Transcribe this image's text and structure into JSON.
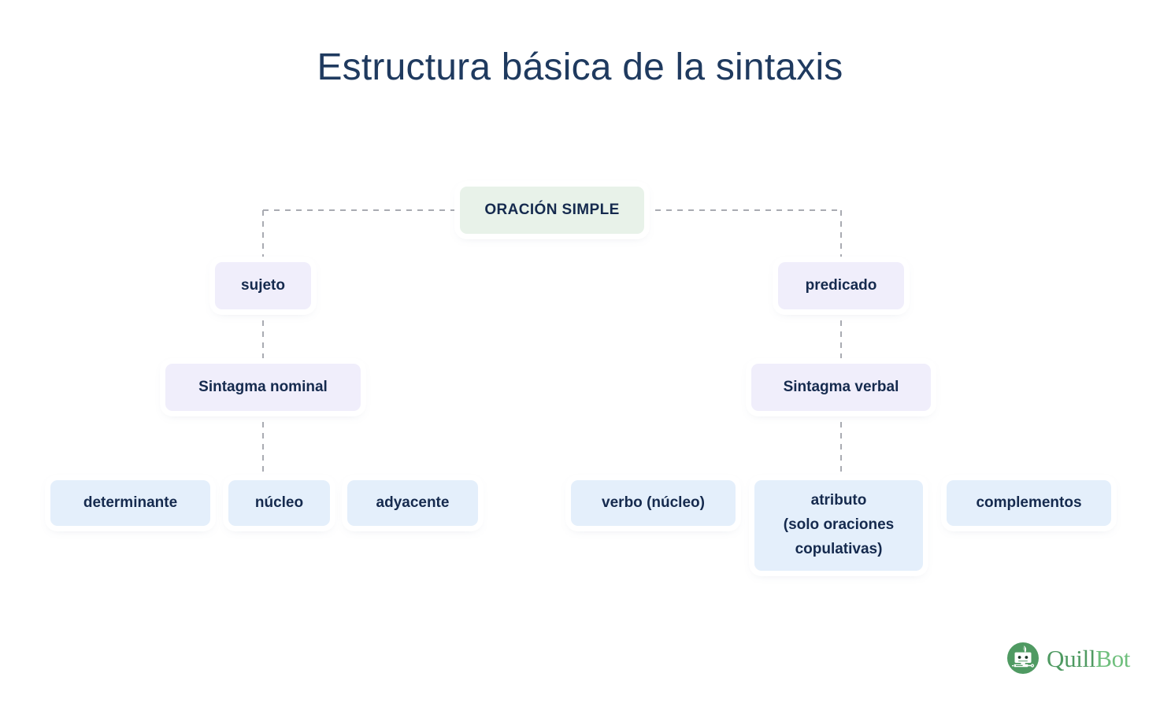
{
  "title": "Estructura básica de la sintaxis",
  "diagram": {
    "type": "tree",
    "root": {
      "id": "oracion-simple",
      "label": "ORACIÓN SIMPLE",
      "level": 0,
      "color": "#e8f2e9"
    },
    "branches": [
      {
        "side": "left",
        "level2": {
          "id": "sujeto",
          "label": "sujeto",
          "color": "#f0eefb"
        },
        "level3": {
          "id": "sintagma-nominal",
          "label": "Sintagma nominal",
          "color": "#f0eefb"
        },
        "leaves": [
          {
            "id": "determinante",
            "label": "determinante",
            "color": "#e4effb"
          },
          {
            "id": "nucleo",
            "label": "núcleo",
            "color": "#e4effb"
          },
          {
            "id": "adyacente",
            "label": "adyacente",
            "color": "#e4effb"
          }
        ]
      },
      {
        "side": "right",
        "level2": {
          "id": "predicado",
          "label": "predicado",
          "color": "#f0eefb"
        },
        "level3": {
          "id": "sintagma-verbal",
          "label": "Sintagma verbal",
          "color": "#f0eefb"
        },
        "leaves": [
          {
            "id": "verbo-nucleo",
            "label": "verbo (núcleo)",
            "color": "#e4effb"
          },
          {
            "id": "atributo",
            "label": "atributo\n(solo oraciones\ncopulativas)",
            "line1": "atributo",
            "line2": "(solo oraciones",
            "line3": "copulativas)",
            "color": "#e4effb"
          },
          {
            "id": "complementos",
            "label": "complementos",
            "color": "#e4effb"
          }
        ]
      }
    ],
    "connector_style": "dashed",
    "connector_color": "#a9abb2",
    "text_color": "#152a4e"
  },
  "logo": {
    "icon_name": "quillbot-robot-icon",
    "word_part_1": "Quill",
    "word_part_2": "Bot",
    "color_primary": "#4f9a62",
    "color_secondary": "#6fbf7d"
  }
}
